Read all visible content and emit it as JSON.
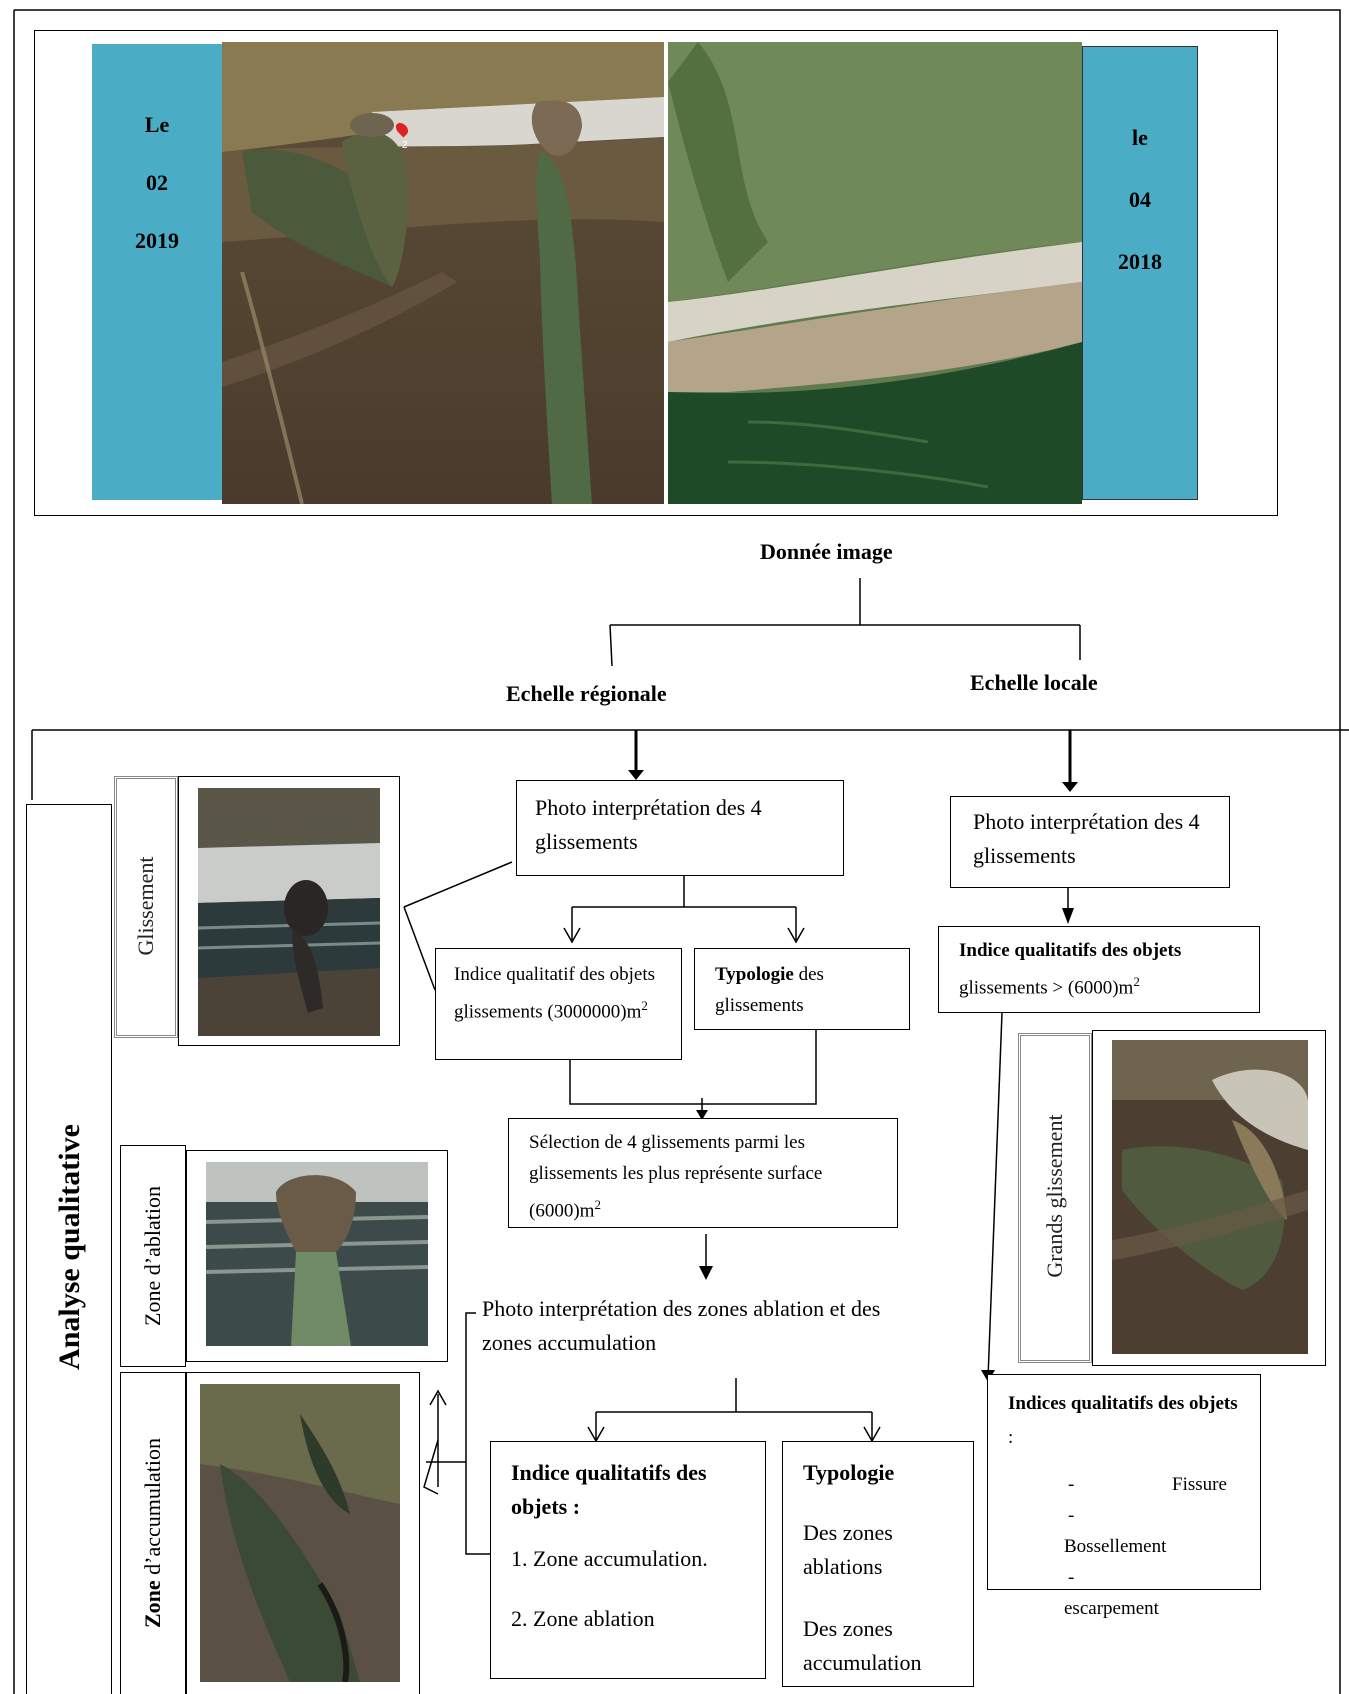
{
  "top_panel": {
    "left_date": {
      "line1": "Le",
      "line2": "02",
      "line3": "2019"
    },
    "right_date": {
      "line1": "le",
      "line2": "04",
      "line3": "2018"
    },
    "left_image_marker": "2"
  },
  "root": {
    "label": "Donnée image"
  },
  "branches": {
    "regional": "Echelle régionale",
    "local": "Echelle locale"
  },
  "side_title": "Analyse qualitative",
  "thumbs": {
    "glissement": "Glissement",
    "zone_ablation": "Zone d’ablation",
    "zone_accumulation_bold": "Zone",
    "zone_accumulation_rest": " d’accumulation",
    "grands_glissement": "Grands glissement"
  },
  "regional": {
    "photo_interp": "Photo interprétation des 4 glissements",
    "indice": {
      "text": "Indice qualitatif des objets glissements (3000000)m",
      "sup": "2"
    },
    "typologie": {
      "bold": "Typologie",
      "rest": " des glissements"
    },
    "selection": {
      "text": "Sélection de 4 glissements parmi les glissements les plus représente surface (6000)m",
      "sup": "2"
    },
    "zones_interp": "Photo interprétation des zones ablation et des zones accumulation",
    "indice_objets": {
      "title": "Indice qualitatifs des objets :",
      "item1": "1. Zone accumulation.",
      "item2": "2. Zone ablation"
    },
    "typologie_zones": {
      "title": "Typologie",
      "item1": "Des zones ablations",
      "item2": "Des zones accumulation"
    }
  },
  "local": {
    "photo_interp": "Photo interprétation des 4 glissements",
    "indice": {
      "bold": "Indice qualitatifs des objets",
      "rest": "glissements > (6000)m",
      "sup": "2"
    },
    "indices_list": {
      "title_bold": "Indices qualitatifs des objets",
      "title_rest": " :",
      "items": [
        "Fissure",
        "Bossellement",
        "escarpement"
      ],
      "bullet": "-"
    }
  },
  "colors": {
    "date_box": "#4bacc6"
  }
}
